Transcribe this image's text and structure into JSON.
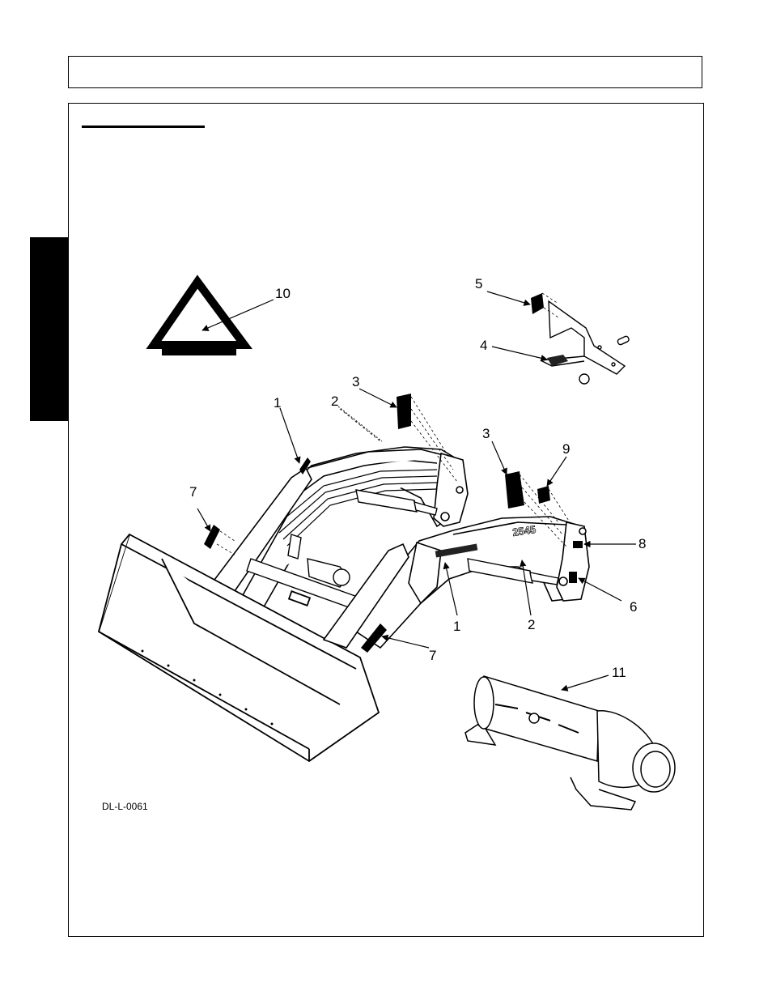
{
  "figure": {
    "id": "DL-L-0061",
    "callouts": {
      "c1a": "1",
      "c1b": "1",
      "c2a": "2",
      "c2b": "2",
      "c3a": "3",
      "c3b": "3",
      "c4": "4",
      "c5": "5",
      "c6": "6",
      "c7a": "7",
      "c7b": "7",
      "c8": "8",
      "c9": "9",
      "c10": "10",
      "c11": "11"
    },
    "boom_model": "2545"
  }
}
